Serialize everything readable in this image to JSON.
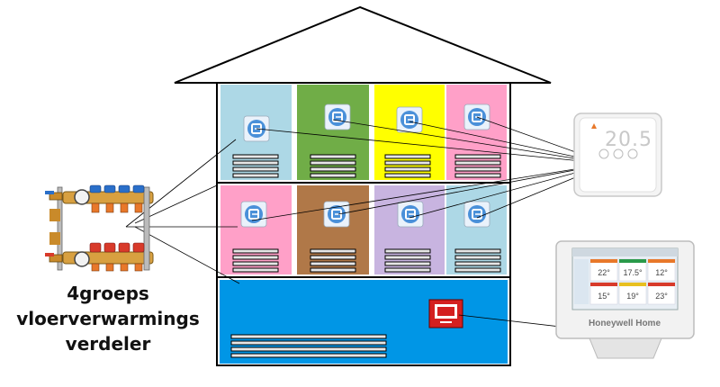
{
  "manifold": {
    "label_lines": [
      "4groeps",
      "vloerverwarmings",
      "verdeler"
    ],
    "valve_colors": [
      "#e8782a",
      "#2a6fc9",
      "#d83a2a"
    ]
  },
  "house": {
    "floor_rows": [
      {
        "rooms": [
          {
            "color": "#add8e6",
            "sensor": "room-sensor-icon"
          },
          {
            "color": "#70ad47",
            "sensor": "room-sensor-icon"
          },
          {
            "color": "#ffff00",
            "sensor": "room-sensor-icon"
          },
          {
            "color": "#ffa0c8",
            "sensor": "room-sensor-icon"
          }
        ]
      },
      {
        "rooms": [
          {
            "color": "#ffa0c8",
            "sensor": "room-sensor-icon"
          },
          {
            "color": "#b07848",
            "sensor": "room-sensor-icon"
          },
          {
            "color": "#c8b4e0",
            "sensor": "room-sensor-icon"
          },
          {
            "color": "#add8e6",
            "sensor": "room-sensor-icon"
          }
        ]
      }
    ],
    "ground_floor": {
      "color": "#0096e6",
      "device": "boiler-relay-icon"
    }
  },
  "thermostat": {
    "display": "20.5",
    "flame_icon": "flame-icon"
  },
  "controller": {
    "brand": "Honeywell Home",
    "tiles": [
      {
        "value": "22°",
        "color": "#e8782a"
      },
      {
        "value": "17.5°",
        "color": "#2a9a4a"
      },
      {
        "value": "12°",
        "color": "#e8782a"
      },
      {
        "value": "15°",
        "color": "#d83a2a"
      },
      {
        "value": "19°",
        "color": "#e8c020"
      },
      {
        "value": "23°",
        "color": "#d83a2a"
      }
    ]
  }
}
